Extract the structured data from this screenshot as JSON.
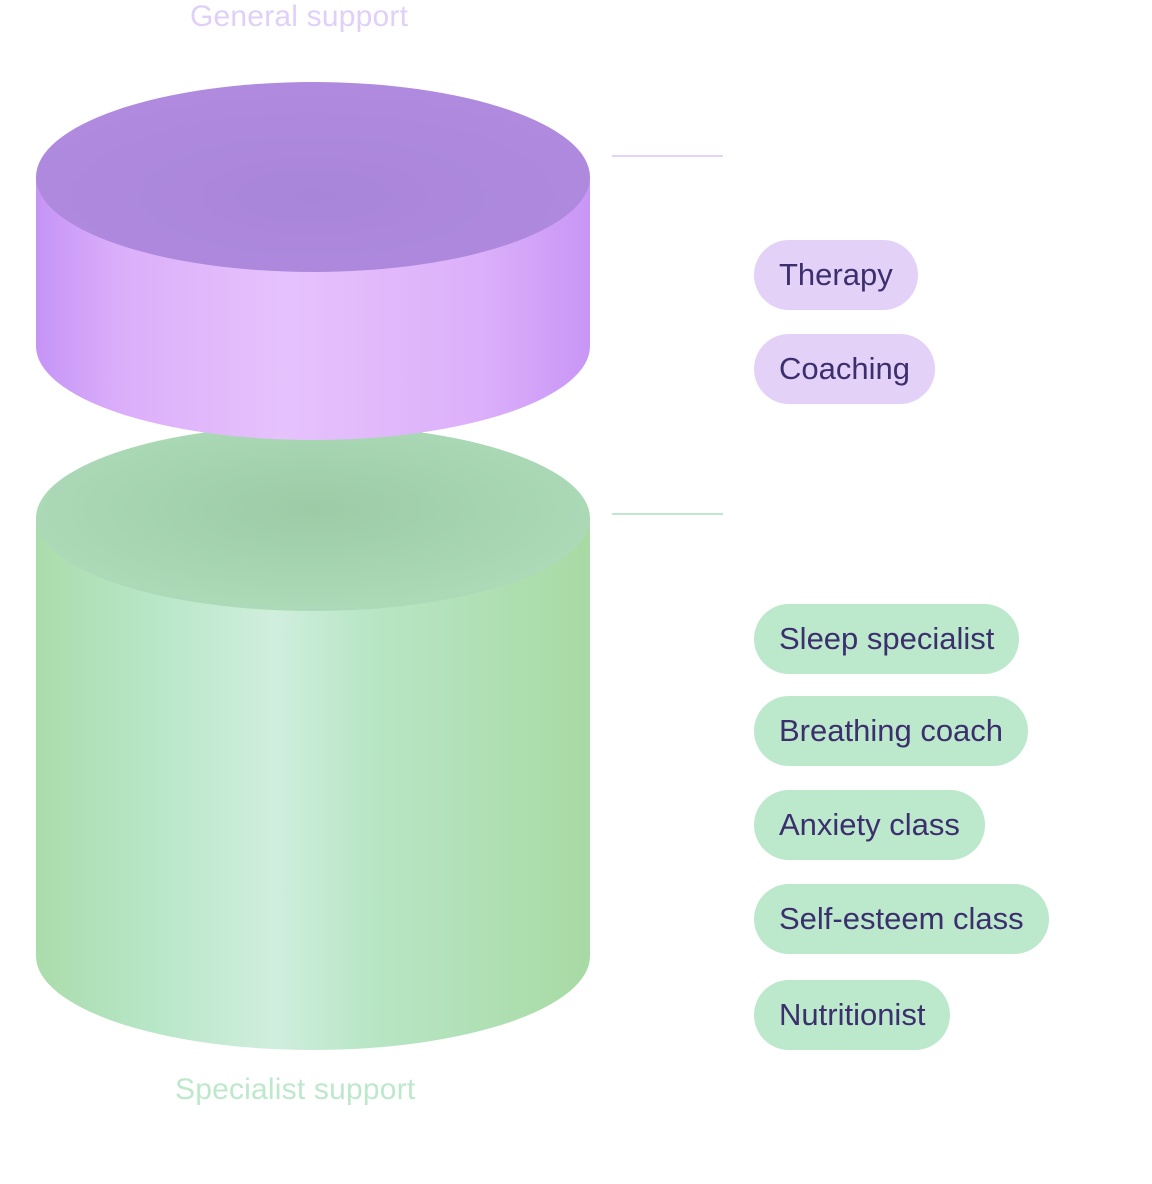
{
  "tiers": [
    {
      "id": "general",
      "label": "General support",
      "label_color": "#e0d0f8",
      "cylinder": {
        "top_color": "#ab87dc",
        "side_light": "#e6c2fc",
        "side_dark": "#c696f6"
      },
      "connector_color": "#e3d3f8",
      "pill_bg": "#e3d1f8",
      "items": [
        "Therapy",
        "Coaching"
      ]
    },
    {
      "id": "specialist",
      "label": "Specialist support",
      "label_color": "#bde8cc",
      "cylinder": {
        "top_color": "#a0ceaa",
        "side_light": "#d0eedd",
        "side_dark": "#a8dba6"
      },
      "connector_color": "#bde8cc",
      "pill_bg": "#bce8cc",
      "items": [
        "Sleep specialist",
        "Breathing coach",
        "Anxiety class",
        "Self-esteem class",
        "Nutritionist"
      ]
    }
  ],
  "text_color": "#3c2f6e"
}
